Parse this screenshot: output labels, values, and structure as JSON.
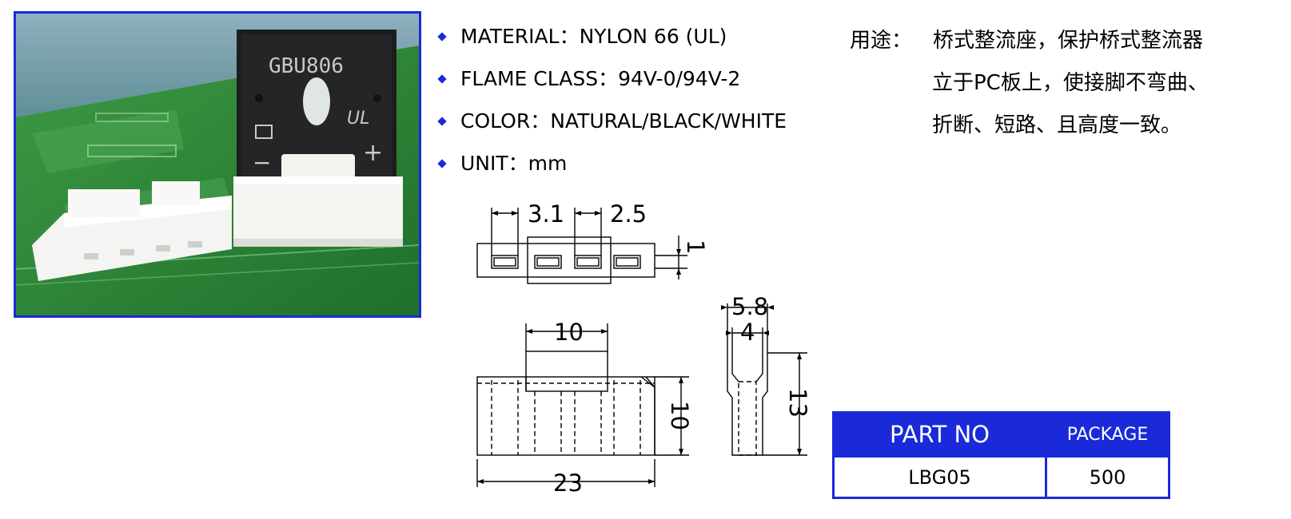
{
  "photo": {
    "chip_marking": "GBU806",
    "minus_sign": "−",
    "plus_sign": "+",
    "ul_mark": "UL"
  },
  "specs": [
    "MATERIAL：NYLON 66 (UL)",
    "FLAME CLASS：94V-0/94V-2",
    "COLOR：NATURAL/BLACK/WHITE",
    "UNIT：mm"
  ],
  "usage": {
    "label": "用途：",
    "lines": [
      "桥式整流座，保护桥式整流器",
      "立于PC板上，使接脚不弯曲、",
      "折断、短路、且高度一致。"
    ]
  },
  "dimensions": {
    "slot_pitch": "3.1",
    "slot_width": "2.5",
    "wall": "1",
    "top_width": "10",
    "height": "10",
    "length": "23",
    "side_outer": "5.8",
    "side_inner": "4",
    "side_height": "13"
  },
  "table": {
    "headers": [
      "PART NO",
      "PACKAGE"
    ],
    "rows": [
      [
        "LBG05",
        "500"
      ]
    ]
  },
  "colors": {
    "accent": "#1a2ad9",
    "pcb": "#2f8f3a"
  }
}
